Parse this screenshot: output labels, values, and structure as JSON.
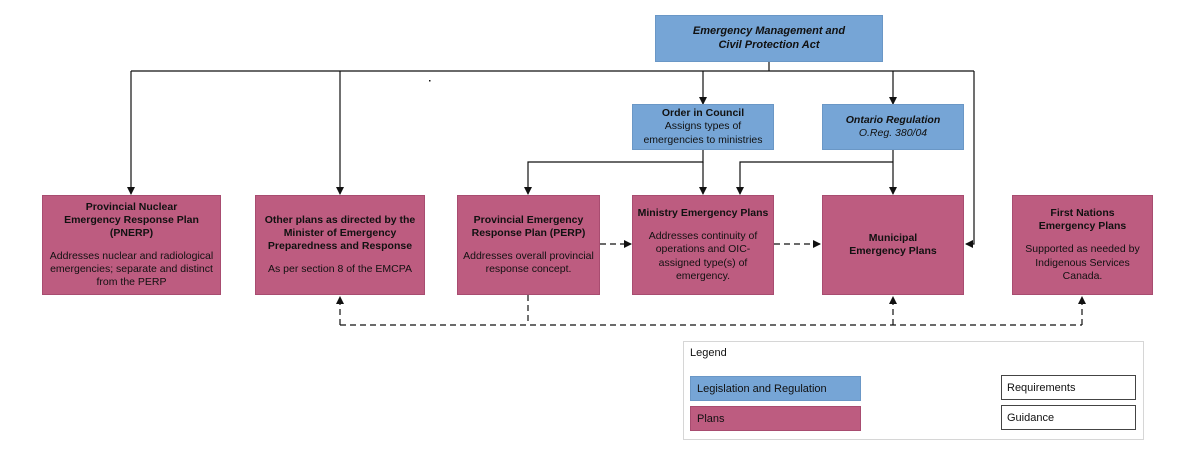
{
  "act": {
    "line1": "Emergency Management and",
    "line2": "Civil Protection Act"
  },
  "oic": {
    "title": "Order in Council",
    "line1": "Assigns types of",
    "line2": "emergencies to ministries"
  },
  "regulation": {
    "title": "Ontario Regulation",
    "line1": "O.Reg. 380/04"
  },
  "pnerp": {
    "title": [
      "Provincial Nuclear",
      "Emergency Response Plan",
      "(PNERP)"
    ],
    "body": [
      "Addresses nuclear and radiological",
      "emergencies; separate and distinct",
      "from the PERP"
    ]
  },
  "other_plans": {
    "title": [
      "Other plans as directed by the",
      "Minister of Emergency",
      "Preparedness and Response"
    ],
    "body": [
      "As per section 8 of the EMCPA"
    ]
  },
  "perp": {
    "title": [
      "Provincial Emergency",
      "Response Plan (PERP)"
    ],
    "body": [
      "Addresses overall provincial",
      "response concept."
    ]
  },
  "ministry": {
    "title": [
      "Ministry Emergency Plans"
    ],
    "body": [
      "Addresses continuity of",
      "operations and OIC-",
      "assigned type(s) of",
      "emergency."
    ]
  },
  "municipal": {
    "title": [
      "Municipal",
      "Emergency Plans"
    ]
  },
  "first_nations": {
    "title": [
      "First Nations",
      "Emergency Plans"
    ],
    "body": [
      "Supported as needed by",
      "Indigenous Services",
      "Canada."
    ]
  },
  "legend": {
    "title": "Legend",
    "legislation": "Legislation and Regulation",
    "plans": "Plans",
    "requirements": "Requirements",
    "guidance": "Guidance"
  },
  "colors": {
    "legislation": "#76a5d6",
    "plans": "#bd5c80",
    "line": "#111111"
  }
}
